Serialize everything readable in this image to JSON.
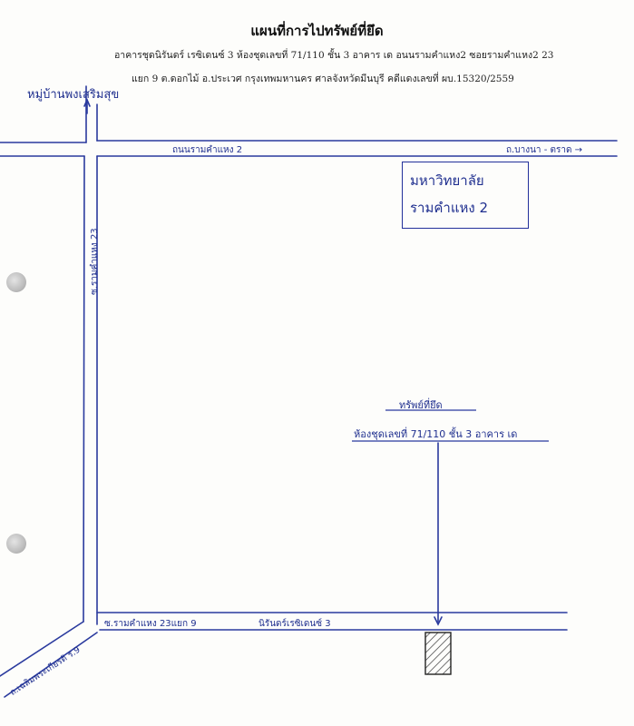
{
  "header": {
    "title": "แผนที่การไปทรัพย์ที่ยึด",
    "line1": "อาคารชุดนิรันดร์ เรซิเดนซ์ 3 ห้องชุดเลขที่ 71/110 ชั้น 3 อาคาร เด อนนรามคำแหง2 ซอยรามคำแหง2 23",
    "line2": "แยก 9 ต.ดอกไม้ อ.ประเวศ กรุงเทพมหานคร ศาลจังหวัดมีนบุรี คดีแดงเลขที่ ผบ.15320/2559"
  },
  "map": {
    "village_label": "หมู่บ้านพงเสริมสุข",
    "main_road_label": "ถนนรามคำแหง 2",
    "direction_label": "ถ.บางนา - ตราด →",
    "university_line1": "มหาวิทยาลัย",
    "university_line2": "รามคำแหง 2",
    "soi_23_label": "ซ.รามคำแหง 23",
    "soi_23_9_label": "ซ.รามคำแหง 23แยก 9",
    "project_label": "นิรันดร์เรซิเดนซ์ 3",
    "bottom_left_road_label": "ถ.เฉลิมพระเกียรติ ร.9",
    "property_label": "ทรัพย์ที่ยึด",
    "property_detail": "ห้องชุดเลขที่ 71/110 ชั้น 3 อาคาร เด"
  },
  "colors": {
    "ink": "#1f2f8f",
    "line": "#2a3a9e",
    "paper": "#fdfdfb"
  }
}
